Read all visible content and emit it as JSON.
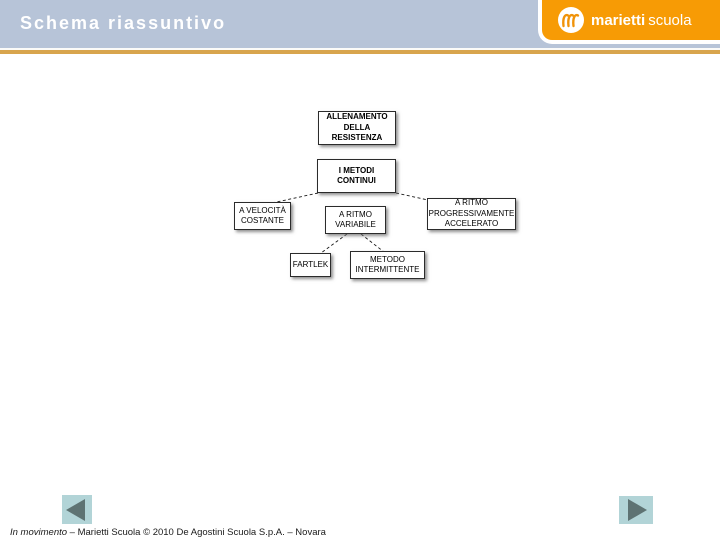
{
  "header": {
    "title": "Schema riassuntivo"
  },
  "logo": {
    "brand_bold": "marietti",
    "brand_light": "scuola"
  },
  "diagram": {
    "nodes": [
      {
        "id": "allenamento-della-resistenza",
        "label": "ALLENAMENTO\nDELLA\nRESISTENZA",
        "emphasis": "bold"
      },
      {
        "id": "i-metodi-continui",
        "label": "I METODI\nCONTINUI",
        "emphasis": "bold"
      },
      {
        "id": "a-velocita-costante",
        "label": "A VELOCITÀ\nCOSTANTE",
        "emphasis": "normal"
      },
      {
        "id": "a-ritmo-variabile",
        "label": "A RITMO\nVARIABILE",
        "emphasis": "normal"
      },
      {
        "id": "a-ritmo-progressivamente-accelerato",
        "label": "A RITMO\nPROGRESSIVAMENTE\nACCELERATO",
        "emphasis": "normal"
      },
      {
        "id": "fartlek",
        "label": "FARTLEK",
        "emphasis": "normal"
      },
      {
        "id": "metodo-intermittente",
        "label": "METODO\nINTERMITTENTE",
        "emphasis": "normal"
      }
    ],
    "edges": [
      {
        "from": "i-metodi-continui",
        "to": "a-velocita-costante",
        "style": "dashed"
      },
      {
        "from": "i-metodi-continui",
        "to": "a-ritmo-progressivamente-accelerato",
        "style": "dashed"
      },
      {
        "from": "a-ritmo-variabile",
        "to": "fartlek",
        "style": "dashed"
      },
      {
        "from": "a-ritmo-variabile",
        "to": "metodo-intermittente",
        "style": "dashed"
      }
    ]
  },
  "footer": {
    "book_title": "In movimento",
    "credits": "– Marietti Scuola © 2010 De Agostini Scuola S.p.A. – Novara"
  },
  "nav": {
    "prev_label": "previous slide",
    "next_label": "next slide"
  },
  "colors": {
    "header_blue": "#b7c4d8",
    "rule_tan": "#d8a54d",
    "brand_orange": "#f79b05",
    "nav_background": "#b2d4d7",
    "nav_arrow": "#5e7373"
  }
}
